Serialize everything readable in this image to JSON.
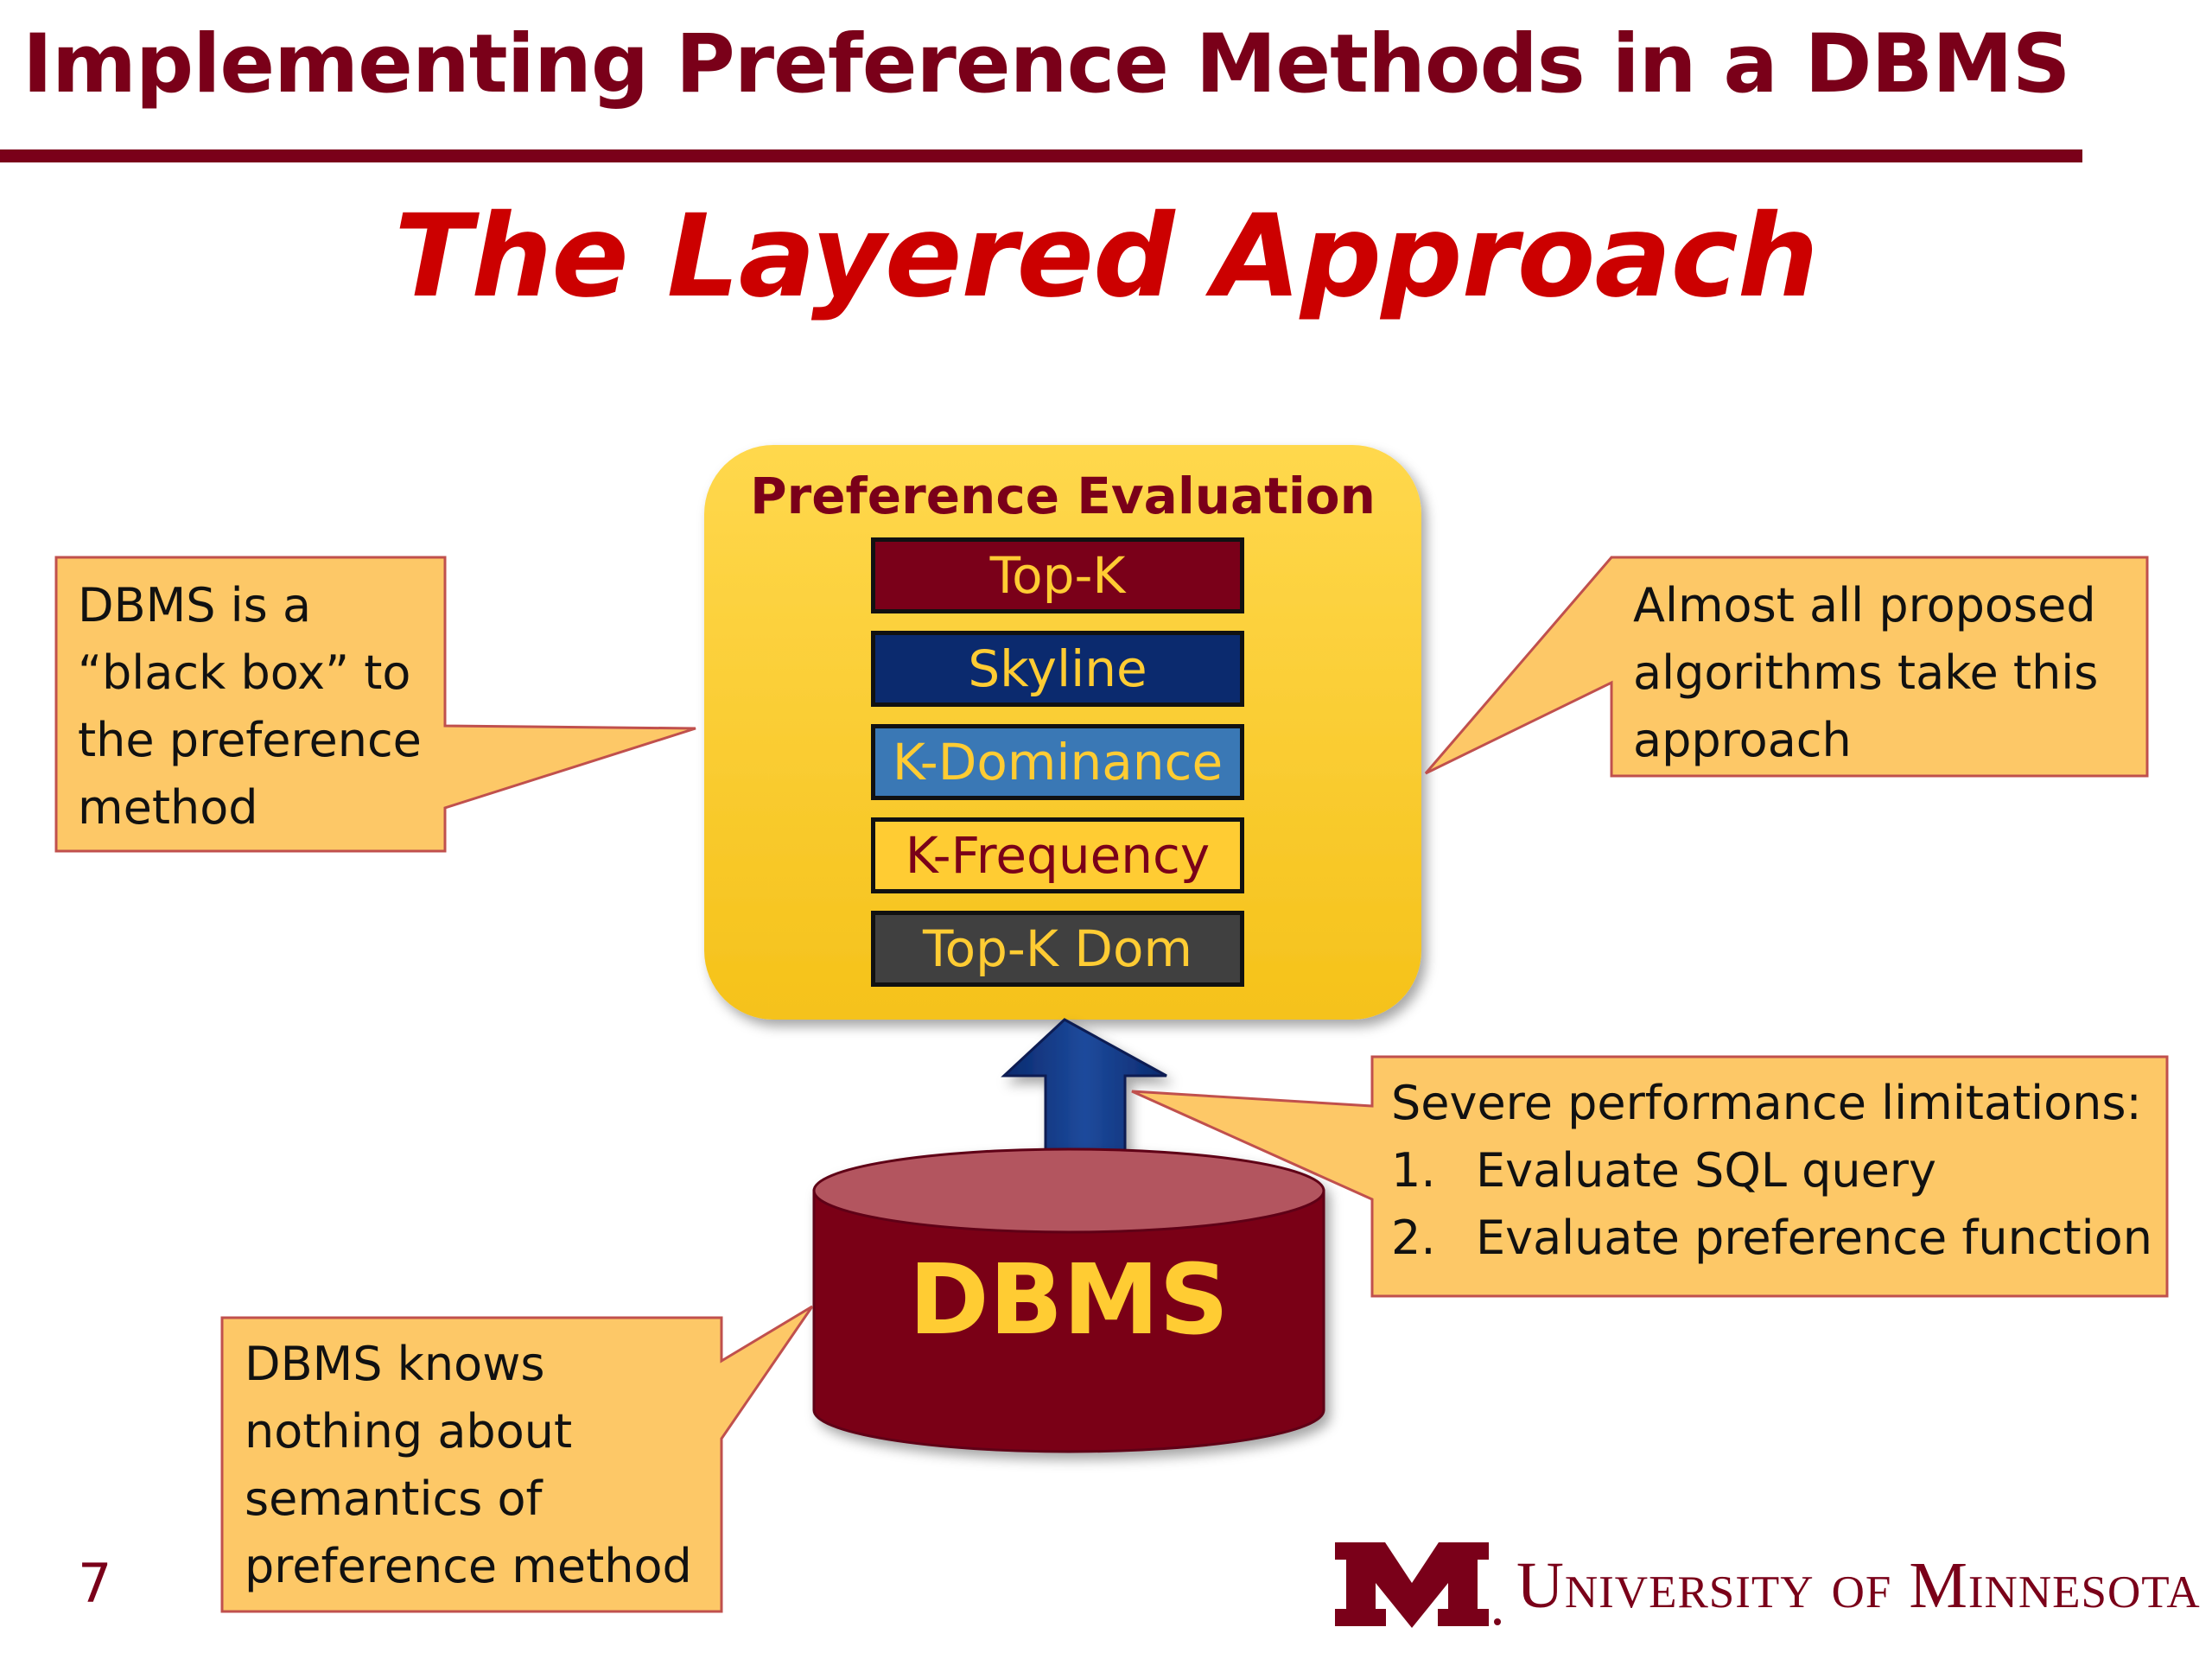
{
  "slide": {
    "title": "Implementing Preference Methods in a DBMS",
    "subtitle": "The Layered Approach",
    "page_number": "7"
  },
  "diagram": {
    "evaluation_box": {
      "heading": "Preference Evaluation",
      "layers": [
        "Top-K",
        "Skyline",
        "K-Dominance",
        "K-Frequency",
        "Top-K Dom"
      ]
    },
    "database": {
      "label": "DBMS"
    },
    "callouts": {
      "left_top": {
        "lines": [
          "DBMS is a",
          "“black box” to",
          "the preference",
          "method"
        ]
      },
      "right_top": {
        "lines": [
          "Almost all proposed",
          "algorithms take this",
          "approach"
        ]
      },
      "right_middle": {
        "heading": "Severe performance limitations:",
        "items": [
          {
            "num": "1.",
            "text": "Evaluate SQL query"
          },
          {
            "num": "2.",
            "text": "Evaluate preference function"
          }
        ]
      },
      "left_bottom": {
        "lines": [
          "DBMS knows",
          "nothing about",
          "semantics of",
          "preference method"
        ]
      }
    }
  },
  "footer": {
    "logo_letter": "M",
    "university": "University of Minnesota"
  },
  "colors": {
    "maroon": "#7a0019",
    "gold": "#ffcc33",
    "callout_fill": "#fdc867",
    "callout_border": "#c0504d",
    "subtitle_red": "#cc0000",
    "arrow_blue": "#0b2a6e"
  }
}
